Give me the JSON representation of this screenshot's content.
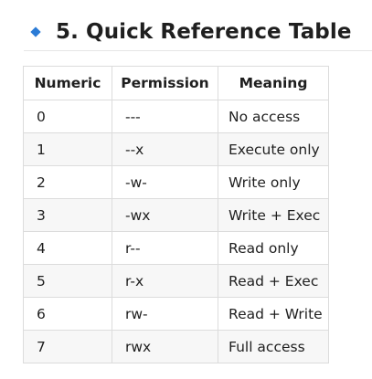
{
  "section": {
    "title": "5. Quick Reference Table"
  },
  "table": {
    "headers": [
      "Numeric",
      "Permission",
      "Meaning"
    ],
    "rows": [
      [
        "0",
        "---",
        "No access"
      ],
      [
        "1",
        "--x",
        "Execute only"
      ],
      [
        "2",
        "-w-",
        "Write only"
      ],
      [
        "3",
        "-wx",
        "Write + Exec"
      ],
      [
        "4",
        "r--",
        "Read only"
      ],
      [
        "5",
        "r-x",
        "Read + Exec"
      ],
      [
        "6",
        "rw-",
        "Read + Write"
      ],
      [
        "7",
        "rwx",
        "Full access"
      ]
    ]
  },
  "colors": {
    "accent": "#2b7bd6",
    "border": "#dcdcdc",
    "row_alt": "#f7f7f7"
  }
}
